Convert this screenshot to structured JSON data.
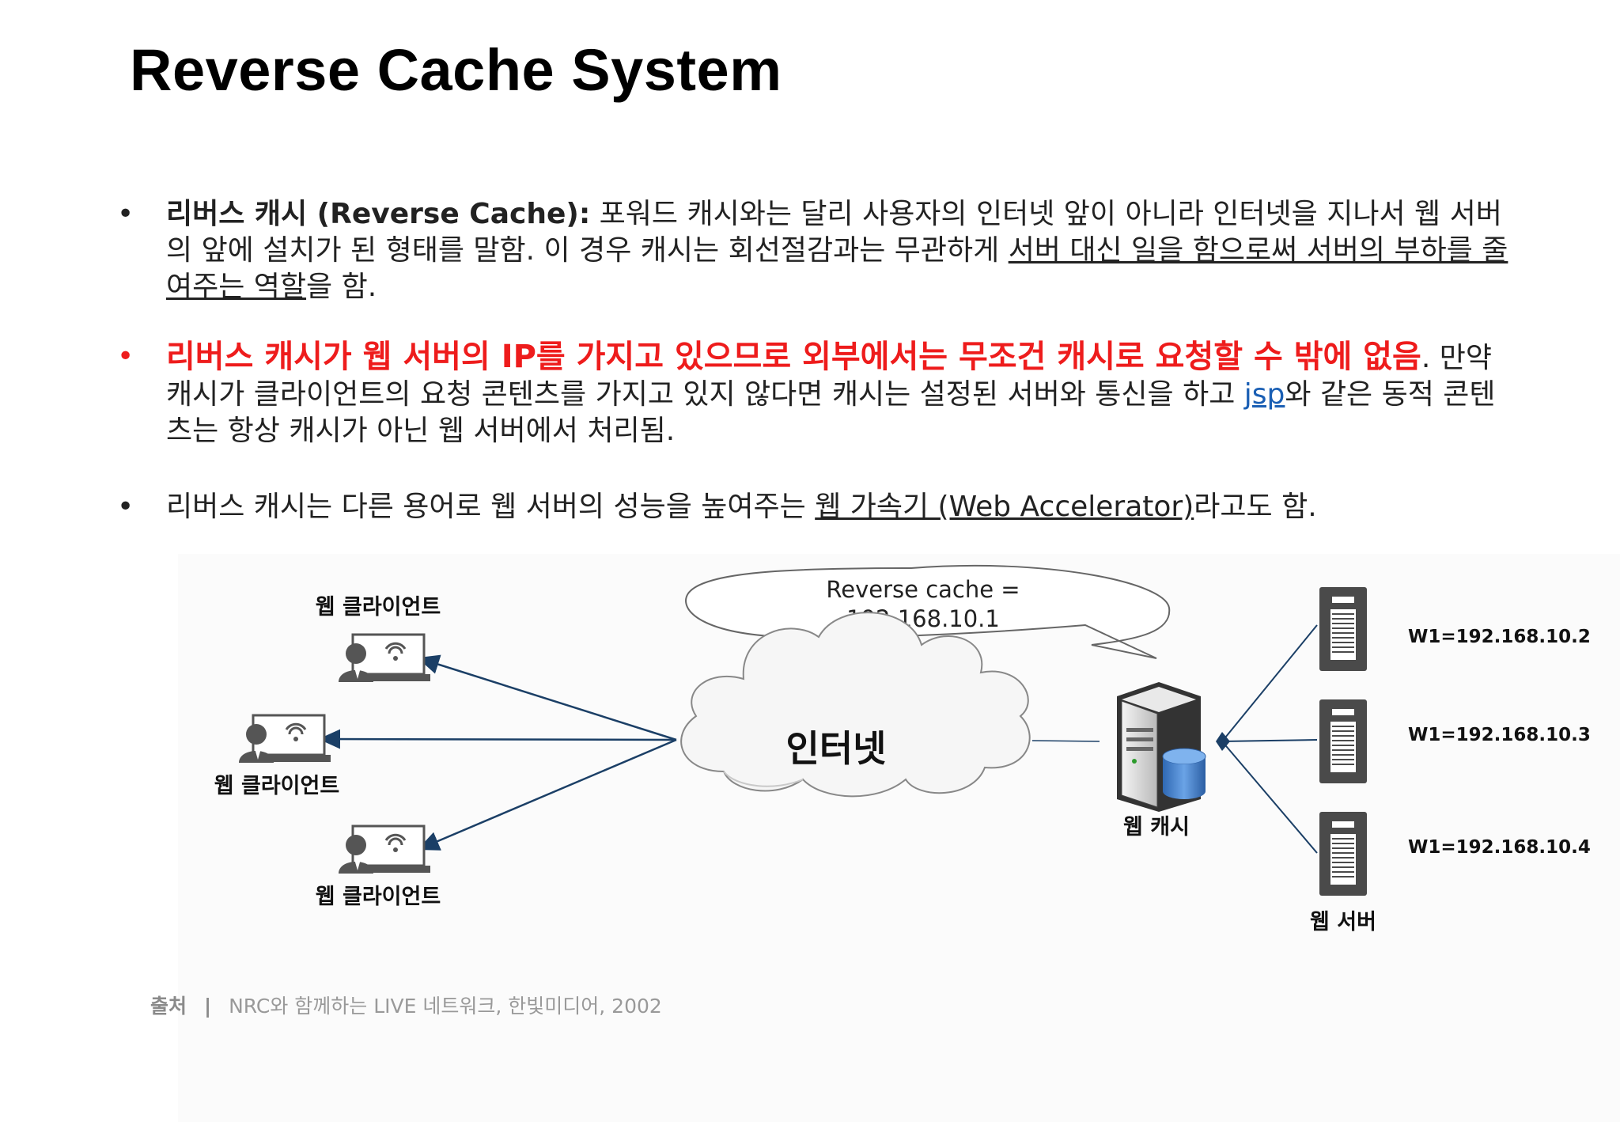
{
  "title": "Reverse Cache System",
  "bullets": {
    "b1": {
      "term": "리버스 캐시 (Reverse Cache):",
      "text1": " 포워드 캐시와는 달리 사용자의 인터넷 앞이 아니라 인터넷을 지나서 웹 서버의 앞에 설치가 된 형태를 말함. 이 경우 캐시는 회선절감과는 무관하게 ",
      "underlined": "서버 대신 일을 함으로써 서버의 부하를 줄여주는 역할",
      "text2": "을 함."
    },
    "b2": {
      "red": "리버스 캐시가 웹 서버의 IP를 가지고 있으므로 외부에서는 무조건 캐시로 요청할 수 밖에 없음",
      "text1": ". 만약 캐시가 클라이언트의 요청 콘텐츠를 가지고 있지 않다면 캐시는 설정된 서버와 통신을 하고 ",
      "link": "jsp",
      "text2": "와 같은 동적 콘텐츠는 항상 캐시가 아닌 웹 서버에서 처리됨."
    },
    "b3": {
      "text1": "리버스 캐시는 다른 용어로 웹 서버의 성능을 높여주는 ",
      "underlined": "웹 가속기 (Web Accelerator)",
      "text2": "라고도 함."
    }
  },
  "diagram": {
    "clients": [
      "웹 클라이언트",
      "웹 클라이언트",
      "웹 클라이언트"
    ],
    "internet": "인터넷",
    "callout_line1": "Reverse cache =",
    "callout_line2": "192.168.10.1",
    "cache_label": "웹 캐시",
    "server_label": "웹 서버",
    "servers": [
      "W1=192.168.10.2",
      "W1=192.168.10.3",
      "W1=192.168.10.4"
    ],
    "colors": {
      "arrow": "#1b3f66",
      "cache_db": "#3d7cc9"
    }
  },
  "source": {
    "label": "출처",
    "separator": "|",
    "text": "NRC와 함께하는 LIVE 네트워크, 한빛미디어, 2002"
  }
}
